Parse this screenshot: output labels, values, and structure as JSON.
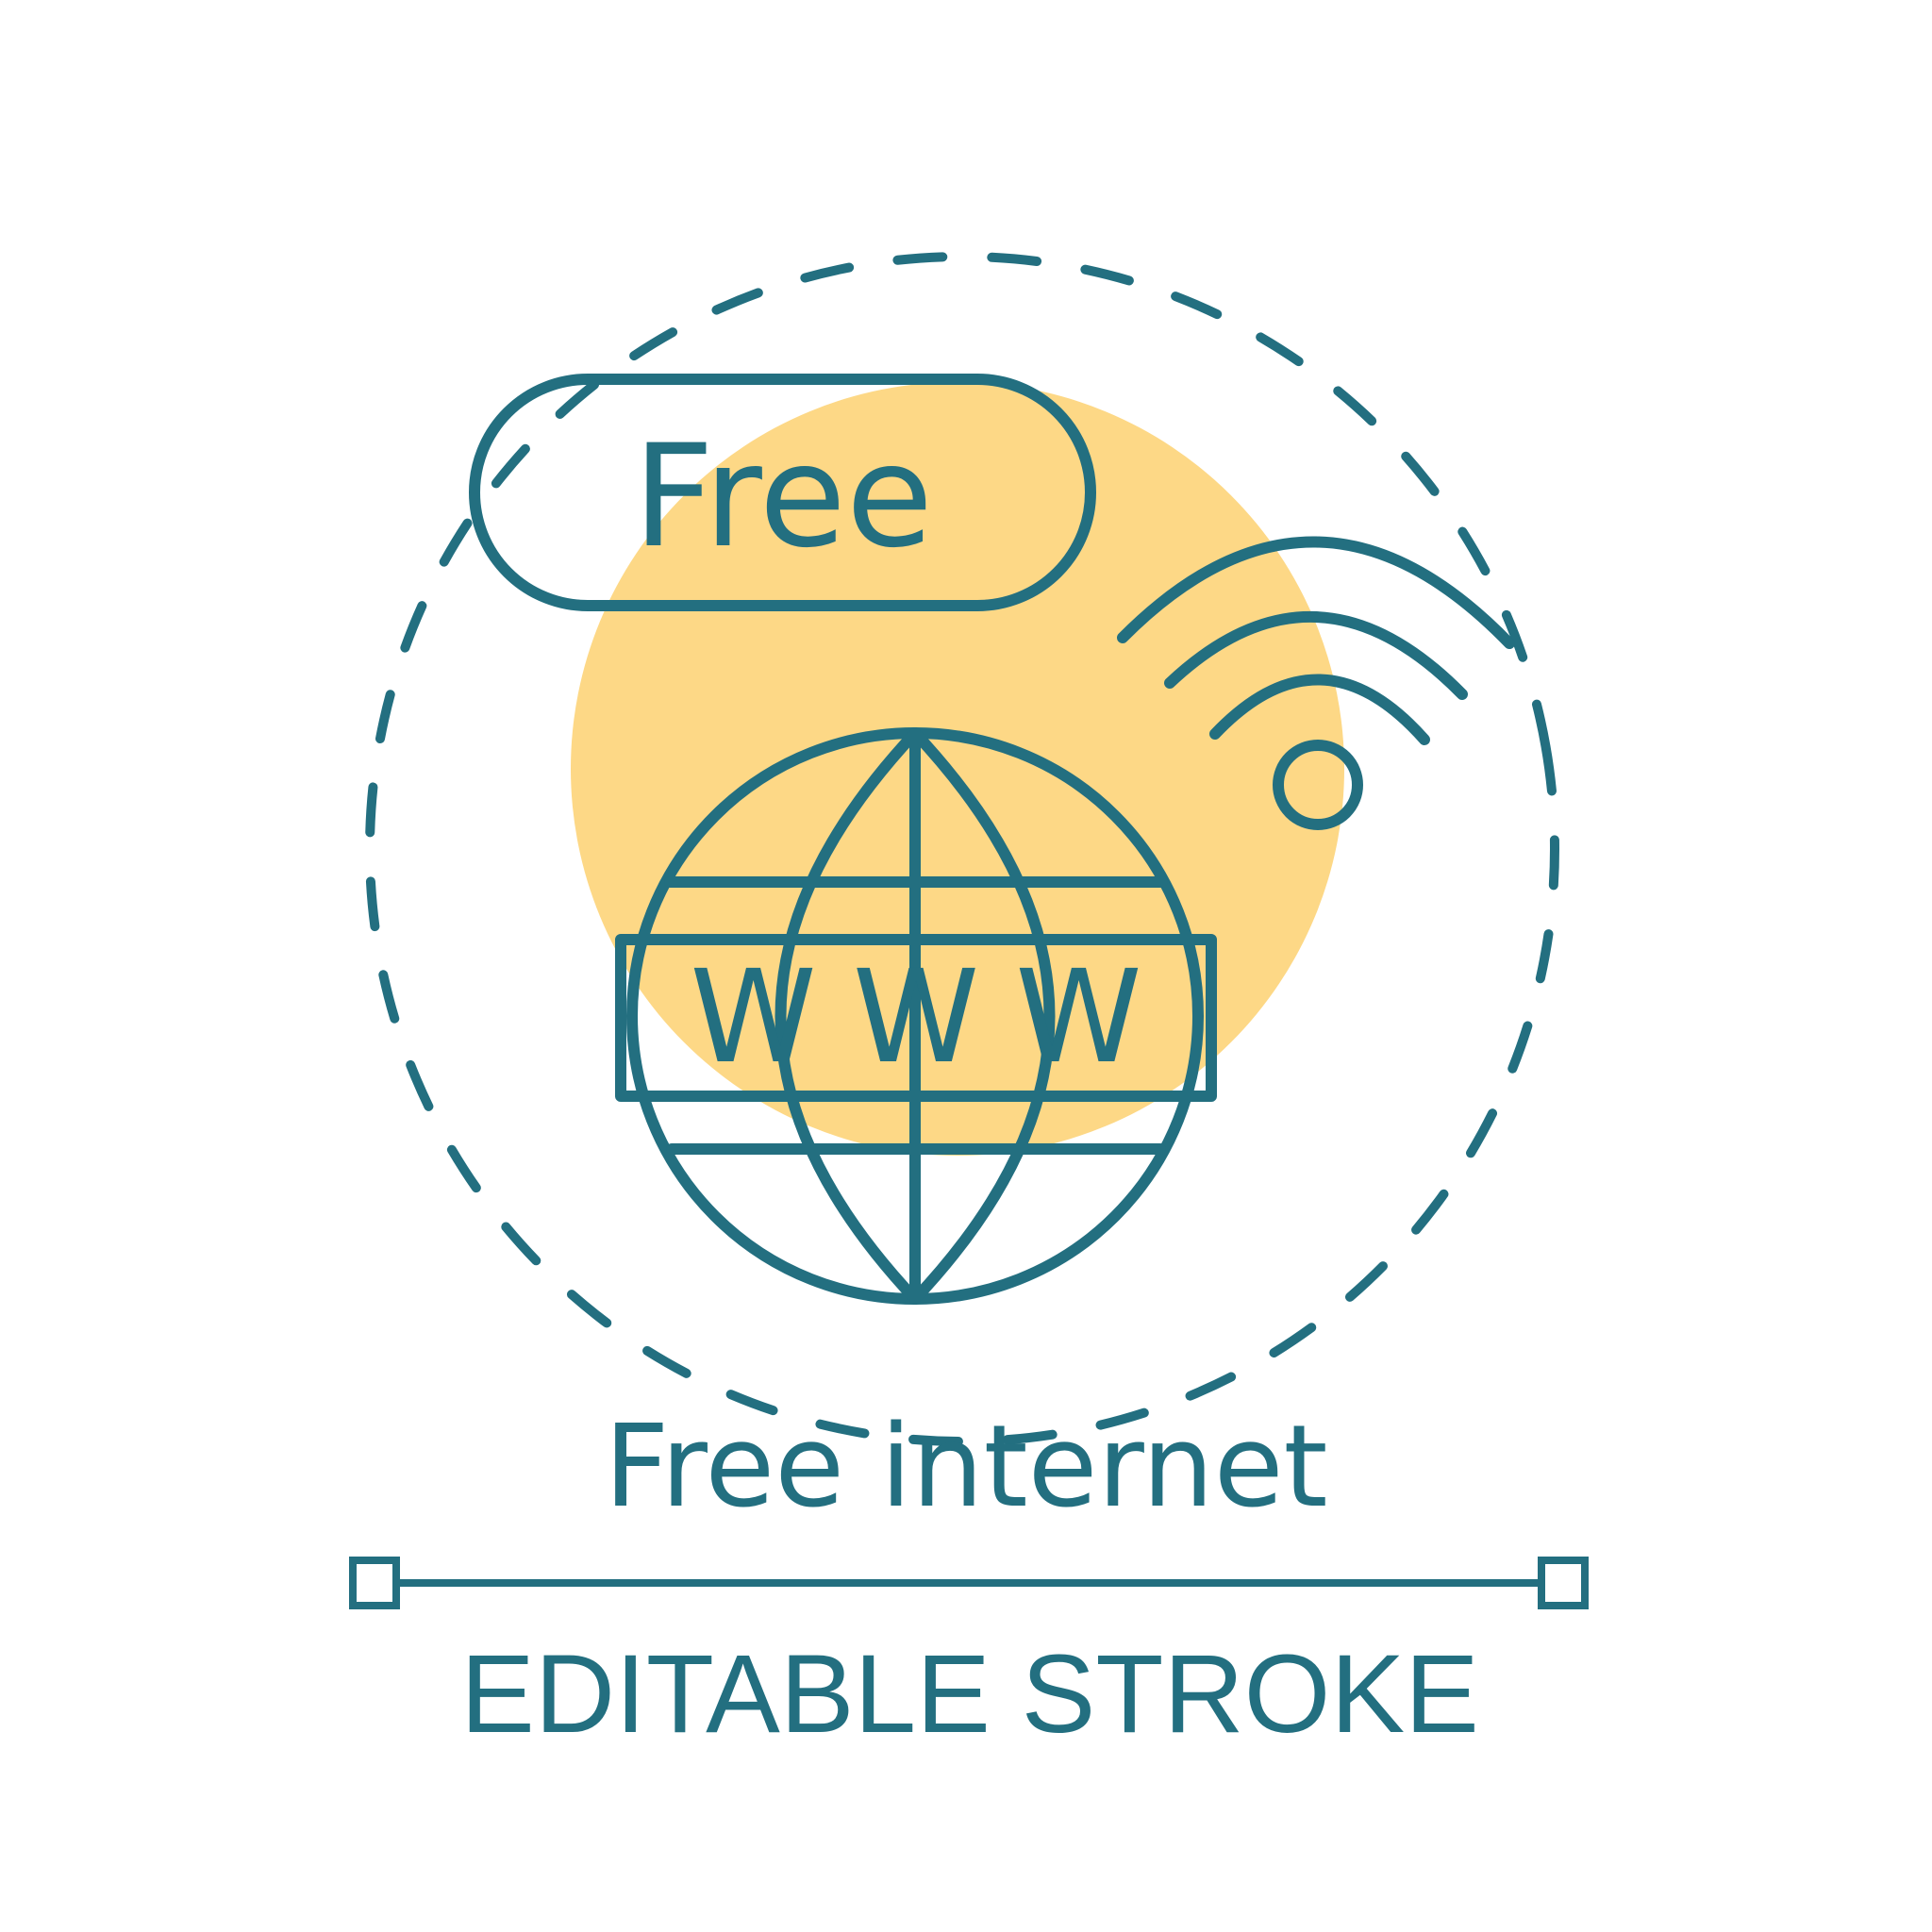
{
  "colors": {
    "ink": "#236f80",
    "sun": "#fdd886",
    "badge_fill": "#a8f59d",
    "bar_fill": "#9af5fb",
    "background": "#ffffff"
  },
  "badge": {
    "label": "Free"
  },
  "globe": {
    "address_label": "WWW"
  },
  "caption": {
    "title": "Free internet"
  },
  "footer": {
    "label": "EDITABLE STROKE"
  },
  "icons": [
    "globe-icon",
    "wifi-icon",
    "free-badge-icon",
    "editable-stroke-line-icon"
  ]
}
